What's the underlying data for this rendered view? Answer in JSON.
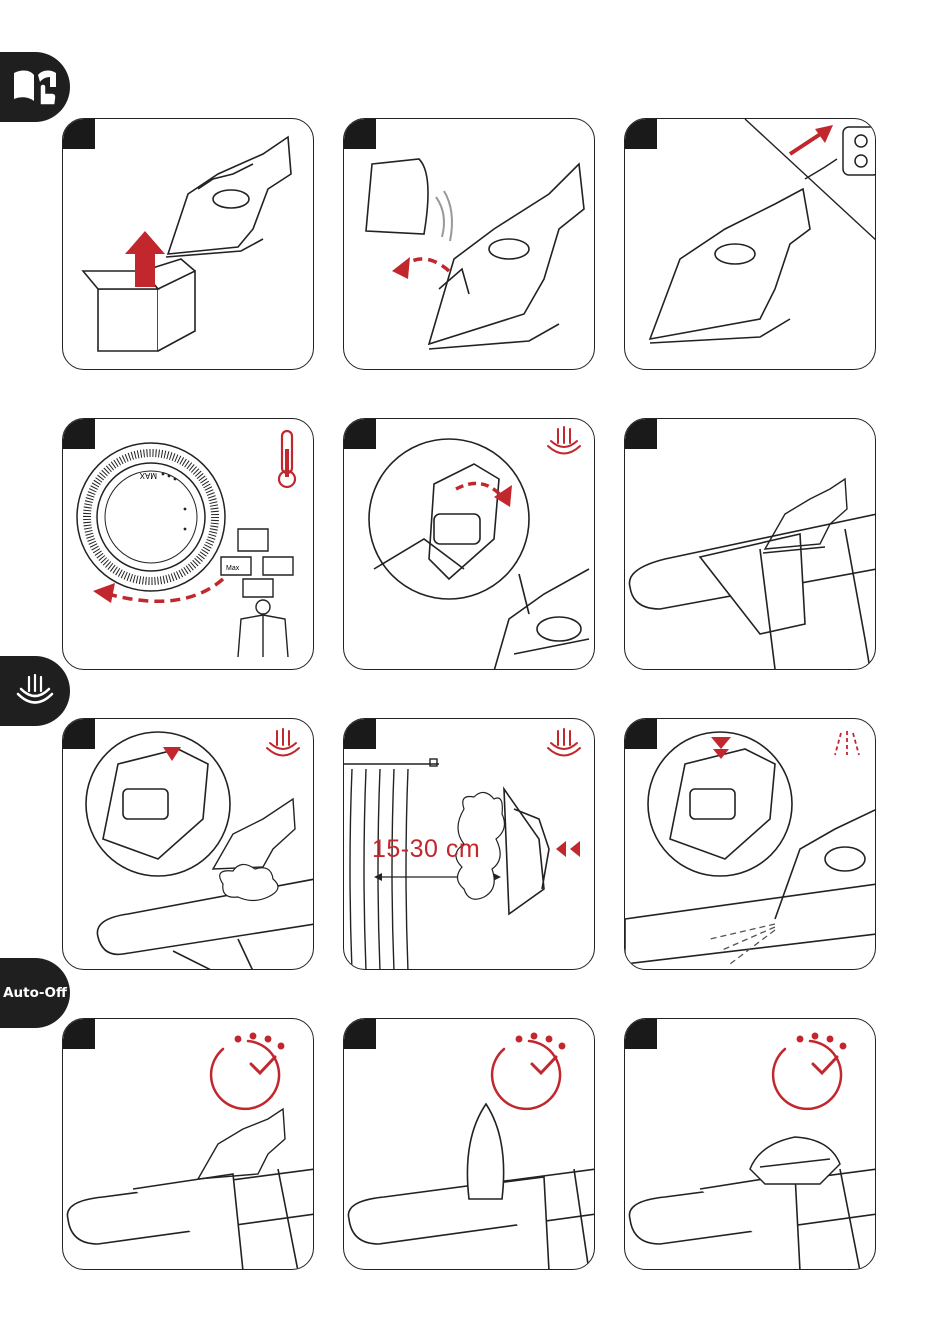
{
  "tabs": {
    "manual_label": "",
    "steam_label": "",
    "auto_off_label": "Auto-Off"
  },
  "panels": {
    "dial": {
      "max_label": "MAX",
      "dial_max": "Max"
    },
    "steam_distance": {
      "distance_label": "15-30 cm"
    }
  },
  "colors": {
    "accent": "#c1272d",
    "ink": "#1a1a1a"
  },
  "icons": [
    "book-hand-icon",
    "steam-icon",
    "thermometer-icon",
    "timer-icon",
    "spray-icon"
  ]
}
